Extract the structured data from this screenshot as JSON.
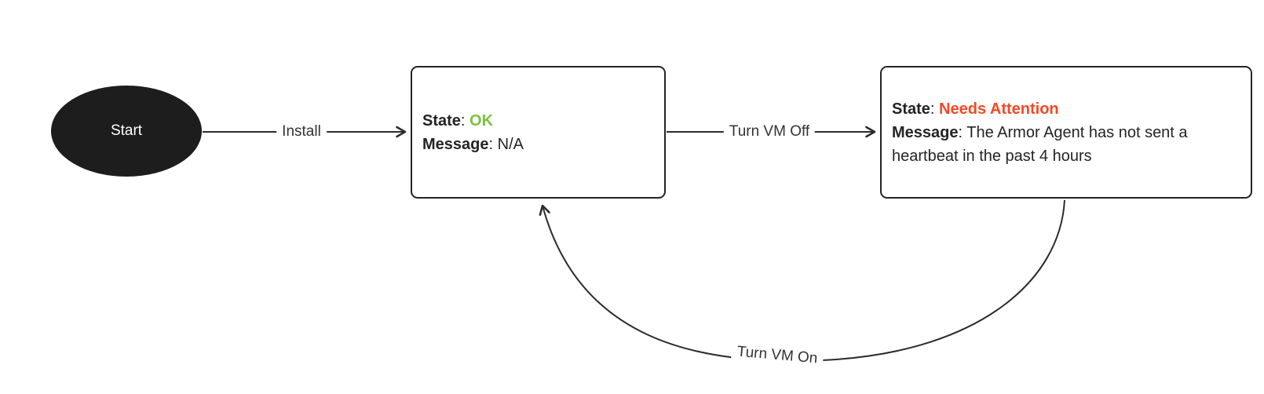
{
  "separator": ": ",
  "colors": {
    "line": "#2b2b2b",
    "text": "#242424",
    "ok_green": "#7cc142",
    "attention_red": "#f04a26",
    "start_fill": "#1d1d1d",
    "start_text": "#ffffff"
  },
  "nodes": {
    "start": {
      "label": "Start"
    },
    "ok": {
      "state_label": "State",
      "state_value": "OK",
      "message_label": "Message",
      "message_value": "N/A"
    },
    "needs_attention": {
      "state_label": "State",
      "state_value": "Needs Attention",
      "message_label": "Message",
      "message_value": "The Armor Agent has not sent a heartbeat in the past 4 hours"
    }
  },
  "edges": {
    "install": {
      "label": "Install"
    },
    "turn_vm_off": {
      "label": "Turn VM Off"
    },
    "turn_vm_on": {
      "label": "Turn VM On"
    }
  }
}
